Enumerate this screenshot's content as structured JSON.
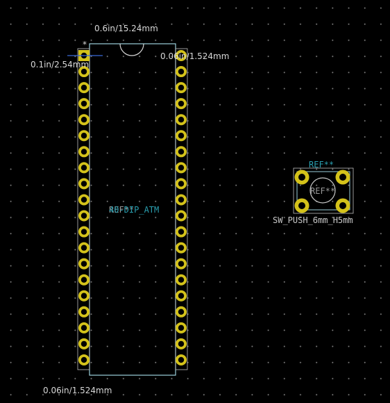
{
  "dimensions": {
    "top_width": "0.6in/15.24mm",
    "pitch_left": "0.1in/2.54mm",
    "pad_right": "0.06in/1.524mm",
    "pad_bottom": "0.06in/1.524mm"
  },
  "dip": {
    "value_label": "40-DIP_ATM",
    "ref_label": "REF**",
    "pin1_marker": "*",
    "pins_per_side": 20
  },
  "switch": {
    "ref_label": "REF**",
    "inner_ref_label": "REF**",
    "value_label": "SW_PUSH_6mm_H5mm"
  },
  "colors": {
    "background": "#000000",
    "pad_ring": "#d4c21a",
    "outline": "#9bd0dc",
    "reference_text": "#2a9fb0",
    "grid_dot": "#7a7a7a"
  }
}
